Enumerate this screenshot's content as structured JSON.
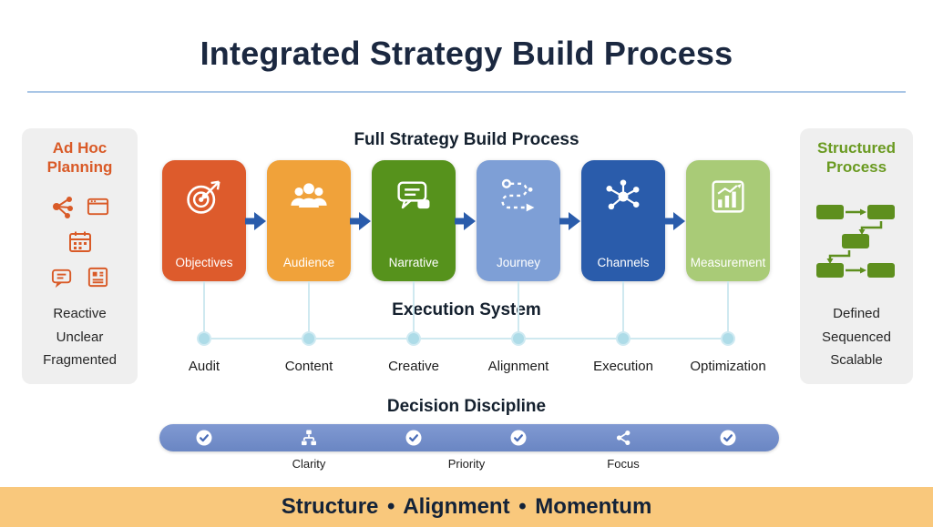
{
  "title": "Integrated Strategy Build Process",
  "left_panel": {
    "title": "Ad Hoc Planning",
    "accent_color": "#d95a27",
    "icons": [
      "network-icon",
      "browser-icon",
      "calendar-icon",
      "chat-icon",
      "document-icon"
    ],
    "traits": [
      "Reactive",
      "Unclear",
      "Fragmented"
    ]
  },
  "right_panel": {
    "title": "Structured Process",
    "accent_color": "#6a9a21",
    "icons": [
      "flowchart-icon"
    ],
    "traits": [
      "Defined",
      "Sequenced",
      "Scalable"
    ]
  },
  "process": {
    "title": "Full Strategy Build Process",
    "arrow_color": "#2a5cab",
    "steps": [
      {
        "label": "Objectives",
        "icon": "target-icon",
        "color": "#dd5b2c"
      },
      {
        "label": "Audience",
        "icon": "people-icon",
        "color": "#f0a23a"
      },
      {
        "label": "Narrative",
        "icon": "speech-icon",
        "color": "#56921c"
      },
      {
        "label": "Journey",
        "icon": "route-icon",
        "color": "#7e9fd6"
      },
      {
        "label": "Channels",
        "icon": "network-hub-icon",
        "color": "#2a5cab"
      },
      {
        "label": "Measurement",
        "icon": "chart-icon",
        "color": "#a9cb77"
      }
    ]
  },
  "execution": {
    "title": "Execution System",
    "line_color": "#cfe9f0",
    "dot_color": "#aedce8",
    "items": [
      "Audit",
      "Content",
      "Creative",
      "Alignment",
      "Execution",
      "Optimization"
    ]
  },
  "decision": {
    "title": "Decision Discipline",
    "bar_color": "#7390cb",
    "icons": [
      "check-icon",
      "hierarchy-icon",
      "check-icon",
      "check-icon",
      "share-icon",
      "check-icon"
    ],
    "labels": [
      "Clarity",
      "Priority",
      "Focus"
    ]
  },
  "footer": {
    "text": "Structure • Alignment • Momentum",
    "bg": "#f9c87c"
  }
}
